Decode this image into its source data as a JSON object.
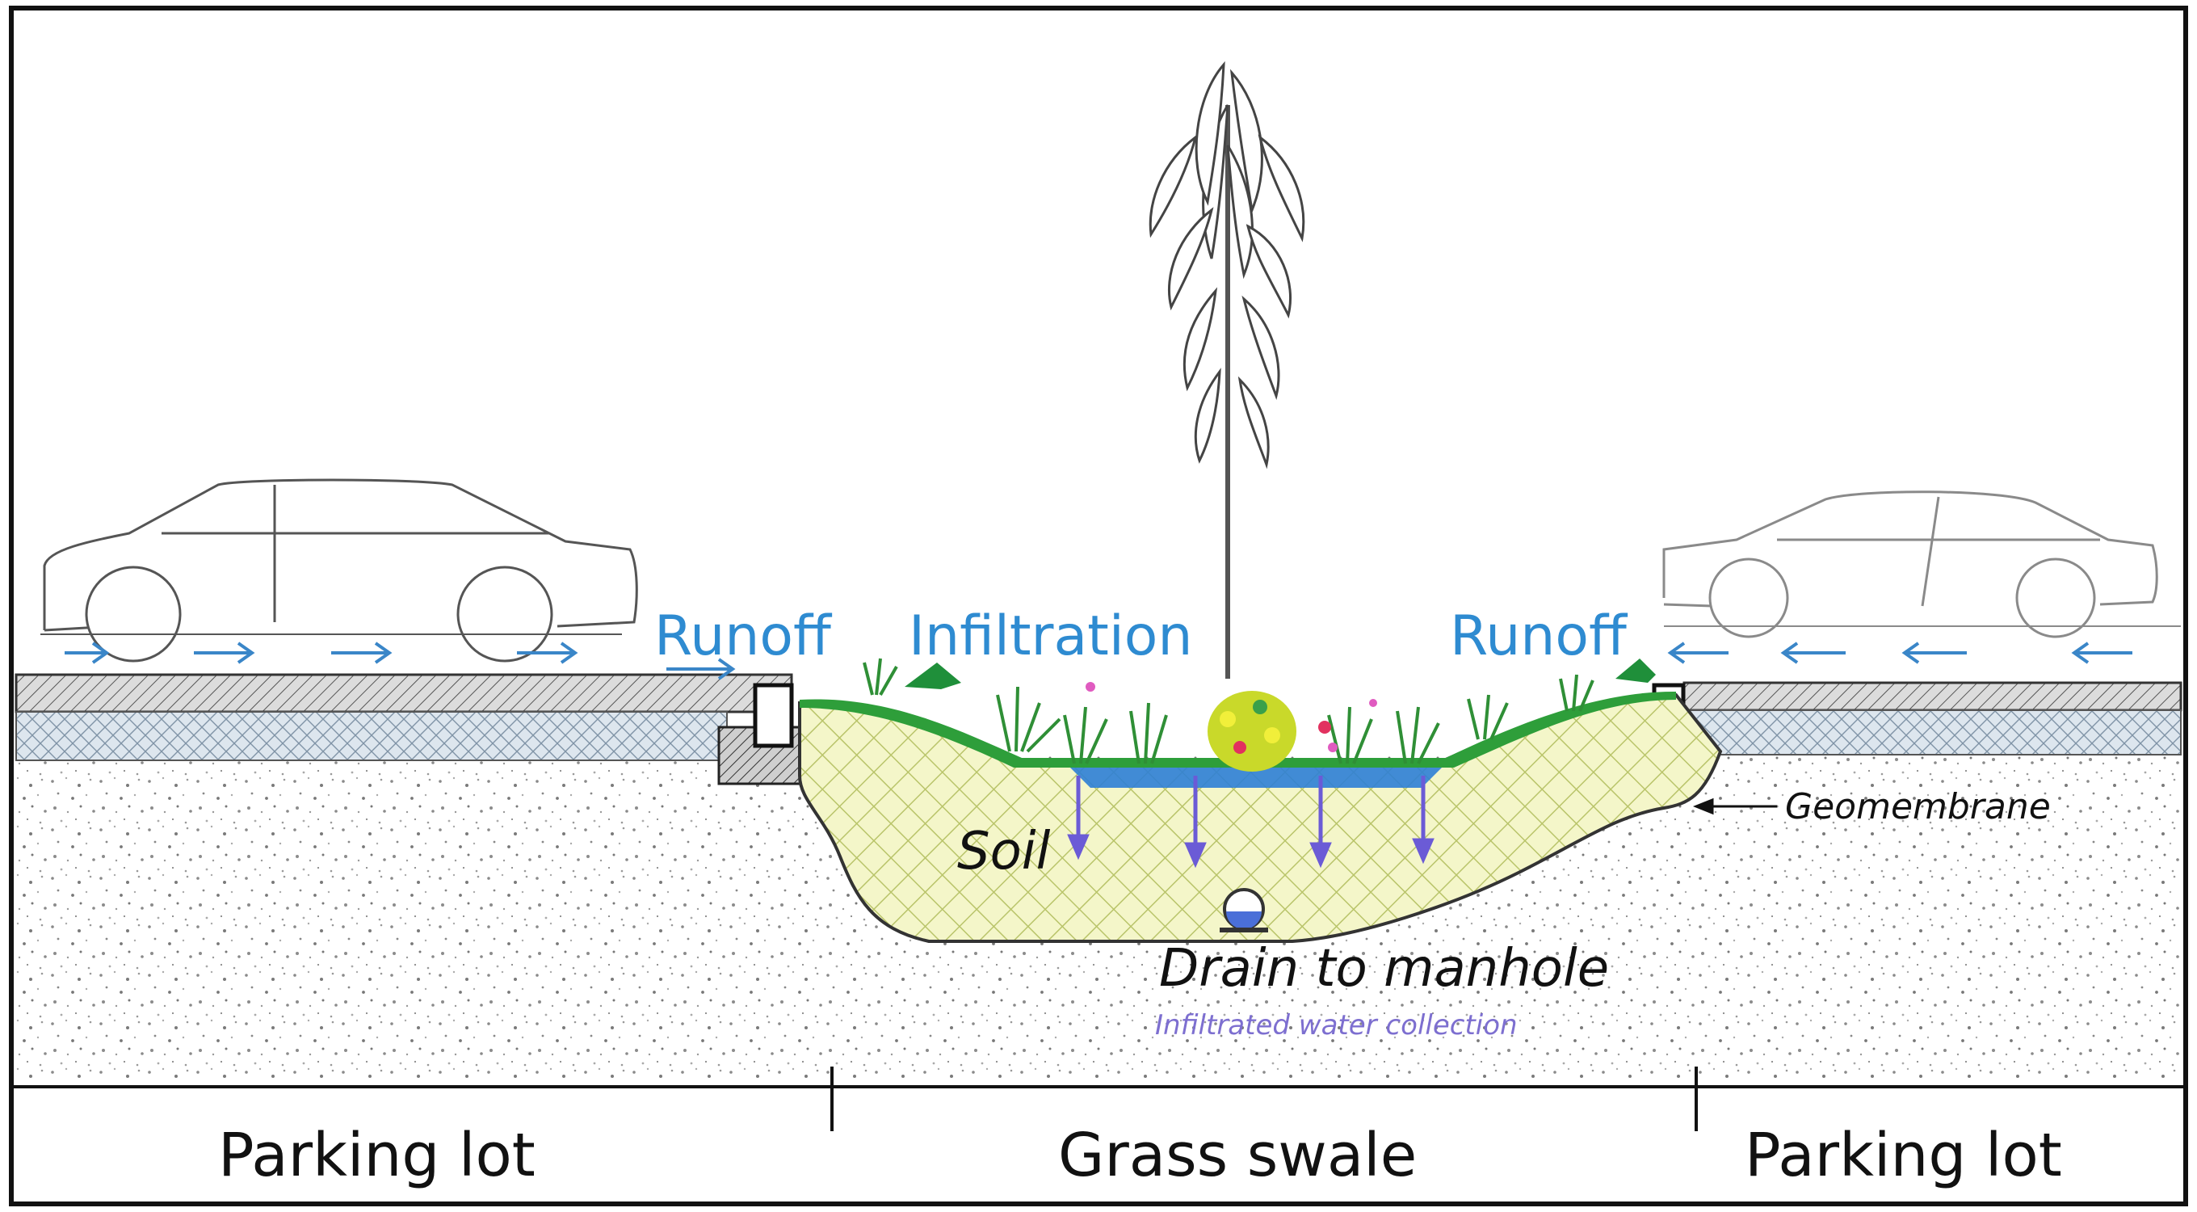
{
  "labels": {
    "runoff_left": "Runoff",
    "infiltration": "Infiltration",
    "runoff_right": "Runoff",
    "soil": "Soil",
    "geomembrane": "Geomembrane",
    "drain": "Drain to manhole",
    "collection": "Infiltrated water collection"
  },
  "sections": [
    {
      "label": "Parking lot"
    },
    {
      "label": "Grass swale"
    },
    {
      "label": "Parking lot"
    }
  ],
  "colors": {
    "runoff_text": "#2e8bd1",
    "arrow": "#3a86c8",
    "infiltration_arrow": "#6b5bd6",
    "soil_fill": "#f4f6c9",
    "soil_hatch": "#b9c46a",
    "grass": "#2e9e3a",
    "water": "#2d7fd6",
    "gravel": "#9a9a9a",
    "collection_text": "#7d6fd0"
  },
  "icons": [
    "car-icon",
    "tree-icon",
    "drain-pipe-icon",
    "flower-icon"
  ]
}
